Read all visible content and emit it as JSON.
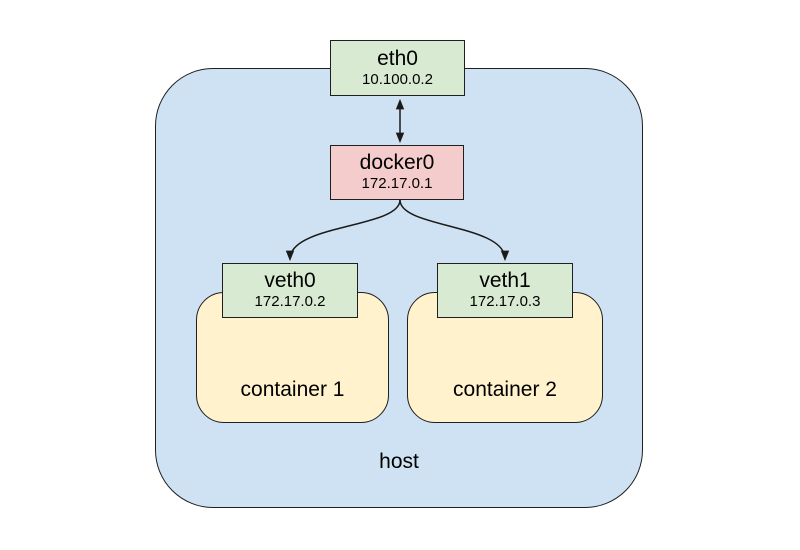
{
  "diagram": {
    "host": {
      "label": "host",
      "fill": "#cfe2f3"
    },
    "nodes": [
      {
        "id": "eth0",
        "label": "eth0",
        "ip": "10.100.0.2",
        "fill": "#d9ead3"
      },
      {
        "id": "docker0",
        "label": "docker0",
        "ip": "172.17.0.1",
        "fill": "#f4cccc"
      },
      {
        "id": "veth0",
        "label": "veth0",
        "ip": "172.17.0.2",
        "fill": "#d9ead3"
      },
      {
        "id": "veth1",
        "label": "veth1",
        "ip": "172.17.0.3",
        "fill": "#d9ead3"
      }
    ],
    "containers": [
      {
        "label": "container 1",
        "fill": "#fff2cc"
      },
      {
        "label": "container 2",
        "fill": "#fff2cc"
      }
    ],
    "edges": [
      {
        "from": "eth0",
        "to": "docker0",
        "direction": "bidirectional"
      },
      {
        "from": "docker0",
        "to": "veth0",
        "direction": "forward"
      },
      {
        "from": "docker0",
        "to": "veth1",
        "direction": "forward"
      }
    ],
    "colors": {
      "line": "#1a1a1a",
      "border": "#1f1f1f",
      "background": "#ffffff"
    }
  }
}
